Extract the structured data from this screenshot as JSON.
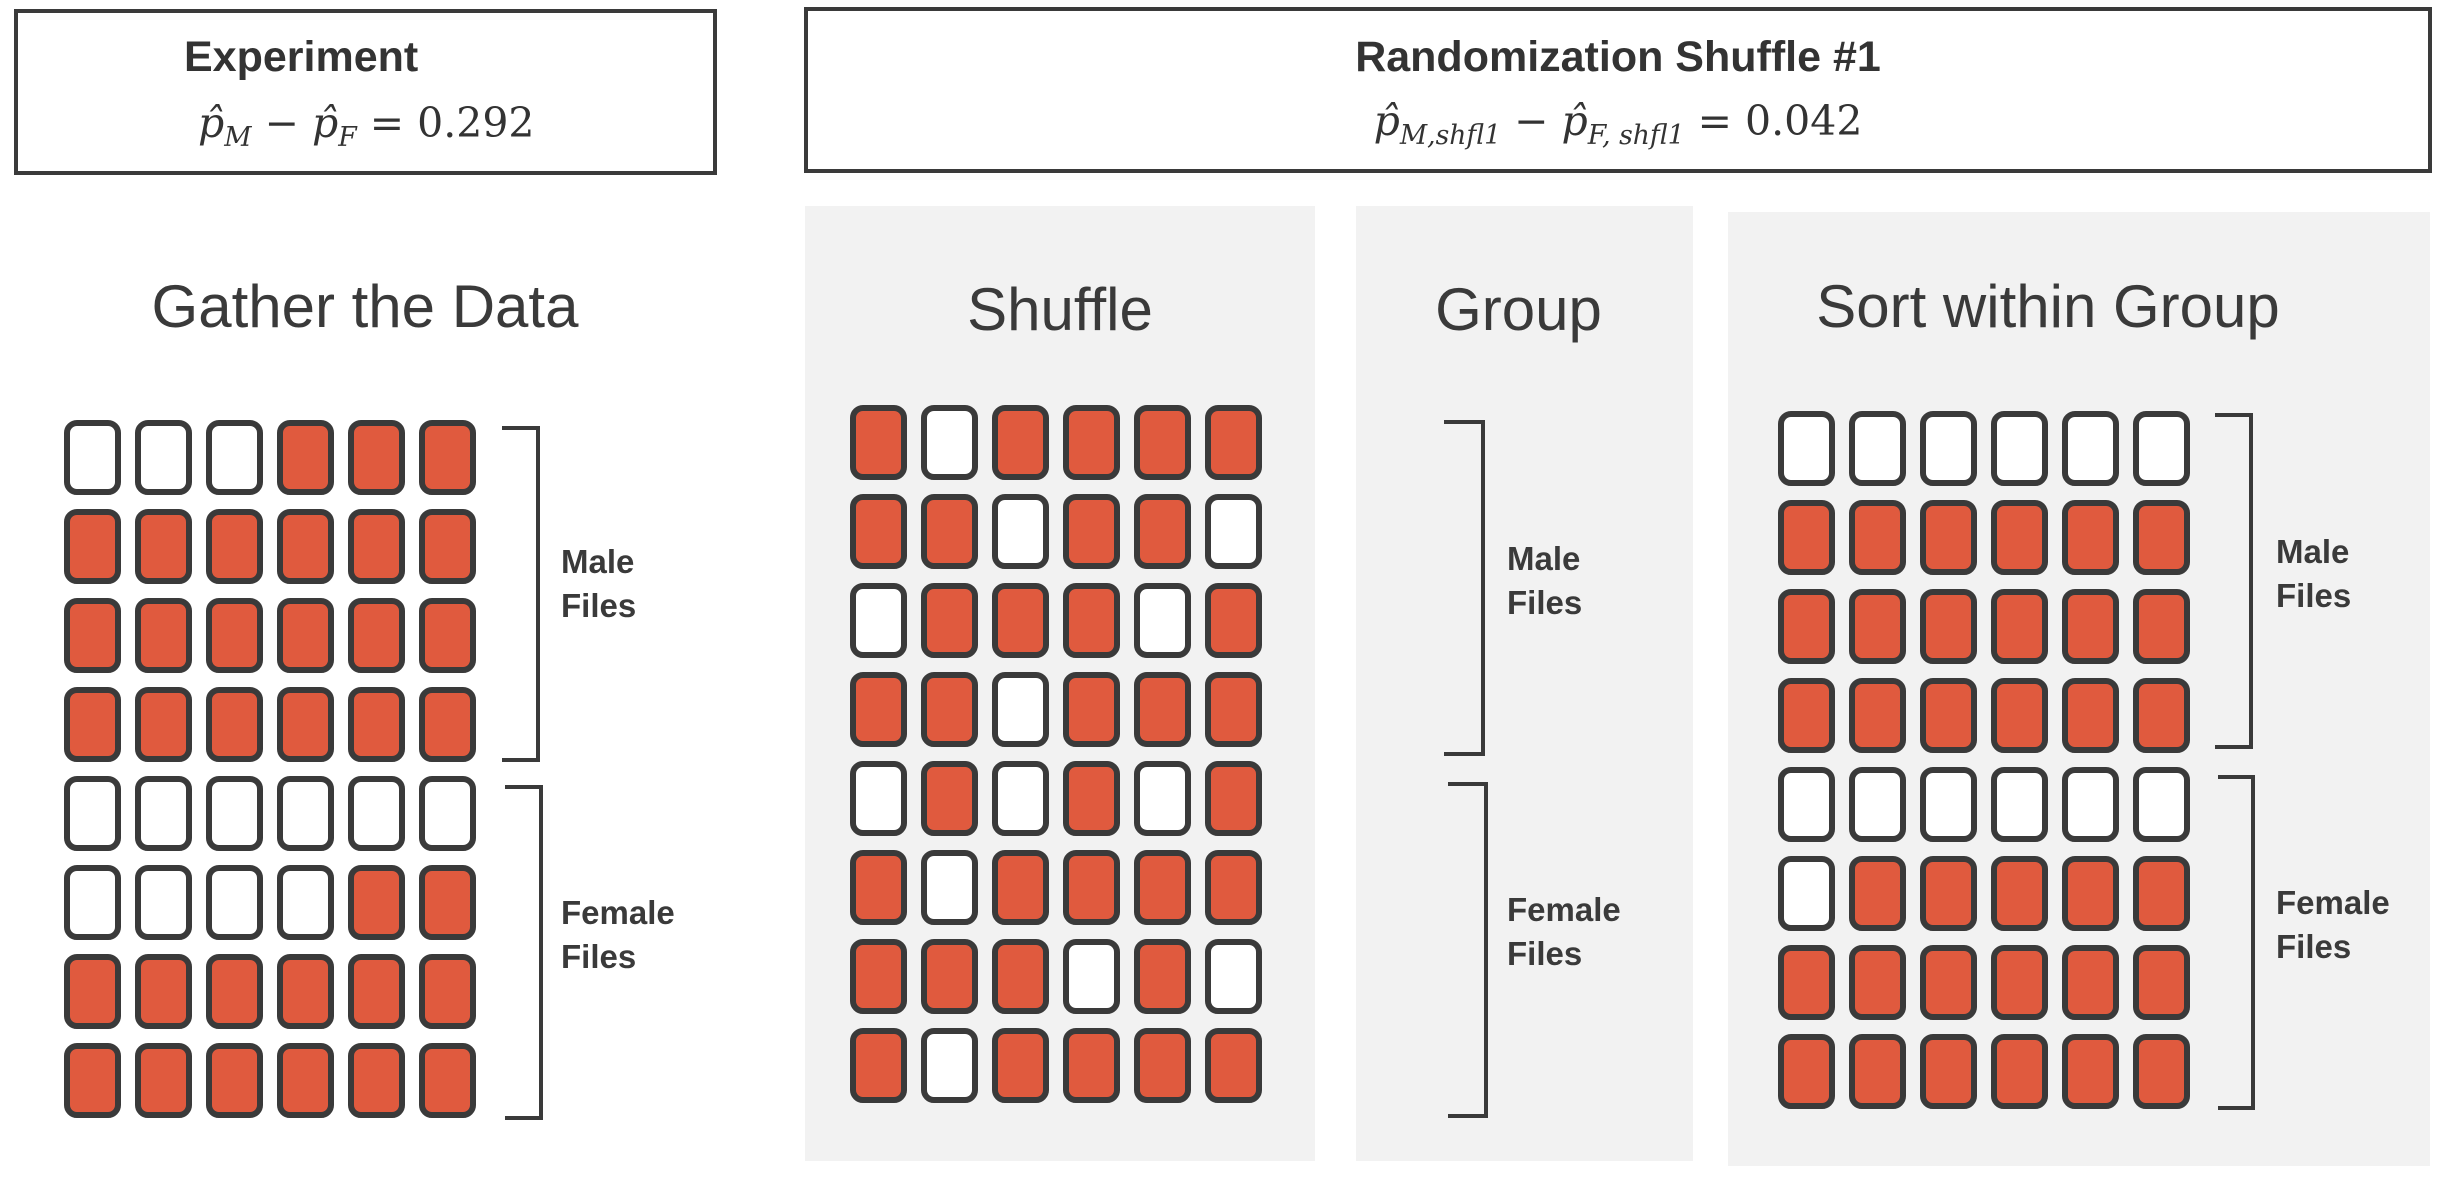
{
  "experiment": {
    "title": "Experiment",
    "formula": "p̂M − p̂F = 0.292"
  },
  "randomization": {
    "title": "Randomization Shuffle #1",
    "formula": "p̂M,shfl1 − p̂F, shfl1 = 0.042"
  },
  "sections": {
    "gather": "Gather the Data",
    "shuffle": "Shuffle",
    "group": "Group",
    "sort": "Sort within Group"
  },
  "labels": {
    "male_line1": "Male",
    "male_line2": "Files",
    "female_line1": "Female",
    "female_line2": "Files"
  },
  "colors": {
    "filled": "#e05a3e",
    "empty": "#ffffff",
    "border": "#3a3a3a",
    "panel": "#f2f2f2"
  },
  "grids": {
    "gather": [
      [
        0,
        0,
        0,
        1,
        1,
        1
      ],
      [
        1,
        1,
        1,
        1,
        1,
        1
      ],
      [
        1,
        1,
        1,
        1,
        1,
        1
      ],
      [
        1,
        1,
        1,
        1,
        1,
        1
      ],
      [
        0,
        0,
        0,
        0,
        0,
        0
      ],
      [
        0,
        0,
        0,
        0,
        1,
        1
      ],
      [
        1,
        1,
        1,
        1,
        1,
        1
      ],
      [
        1,
        1,
        1,
        1,
        1,
        1
      ]
    ],
    "shuffle": [
      [
        1,
        0,
        1,
        1,
        1,
        1
      ],
      [
        1,
        1,
        0,
        1,
        1,
        0
      ],
      [
        0,
        1,
        1,
        1,
        0,
        1
      ],
      [
        1,
        1,
        0,
        1,
        1,
        1
      ],
      [
        0,
        1,
        0,
        1,
        0,
        1
      ],
      [
        1,
        0,
        1,
        1,
        1,
        1
      ],
      [
        1,
        1,
        1,
        0,
        1,
        0
      ],
      [
        1,
        0,
        1,
        1,
        1,
        1
      ]
    ],
    "sort": [
      [
        0,
        0,
        0,
        0,
        0,
        0
      ],
      [
        1,
        1,
        1,
        1,
        1,
        1
      ],
      [
        1,
        1,
        1,
        1,
        1,
        1
      ],
      [
        1,
        1,
        1,
        1,
        1,
        1
      ],
      [
        0,
        0,
        0,
        0,
        0,
        0
      ],
      [
        0,
        1,
        1,
        1,
        1,
        1
      ],
      [
        1,
        1,
        1,
        1,
        1,
        1
      ],
      [
        1,
        1,
        1,
        1,
        1,
        1
      ]
    ]
  }
}
